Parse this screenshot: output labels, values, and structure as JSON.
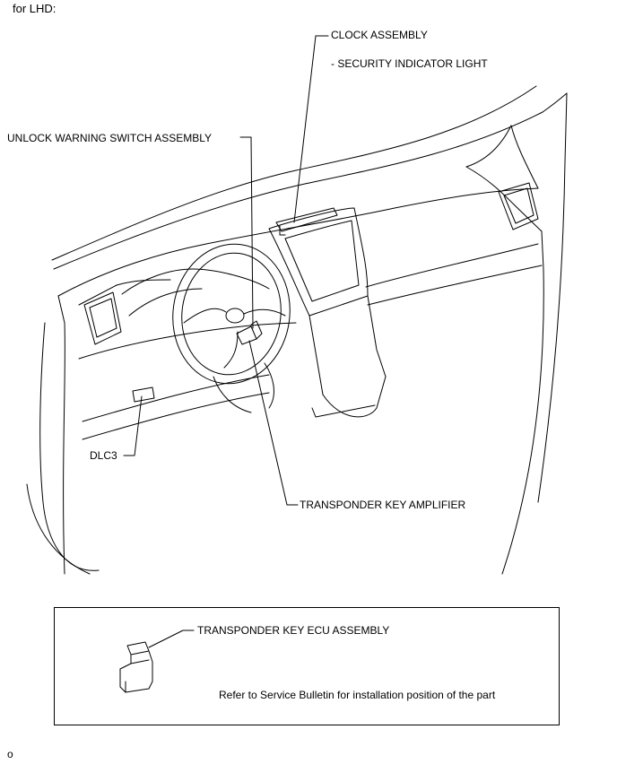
{
  "header": {
    "title": "for LHD:"
  },
  "callouts": {
    "clock_assembly": "CLOCK ASSEMBLY",
    "security_indicator": "- SECURITY INDICATOR LIGHT",
    "unlock_warning_switch": "UNLOCK WARNING SWITCH ASSEMBLY",
    "dlc3": "DLC3",
    "transponder_key_amplifier": "TRANSPONDER KEY AMPLIFIER"
  },
  "inset": {
    "transponder_key_ecu": "TRANSPONDER KEY ECU ASSEMBLY",
    "note": "Refer to Service Bulletin for installation position of the part"
  },
  "footer": {
    "mark": "o"
  }
}
